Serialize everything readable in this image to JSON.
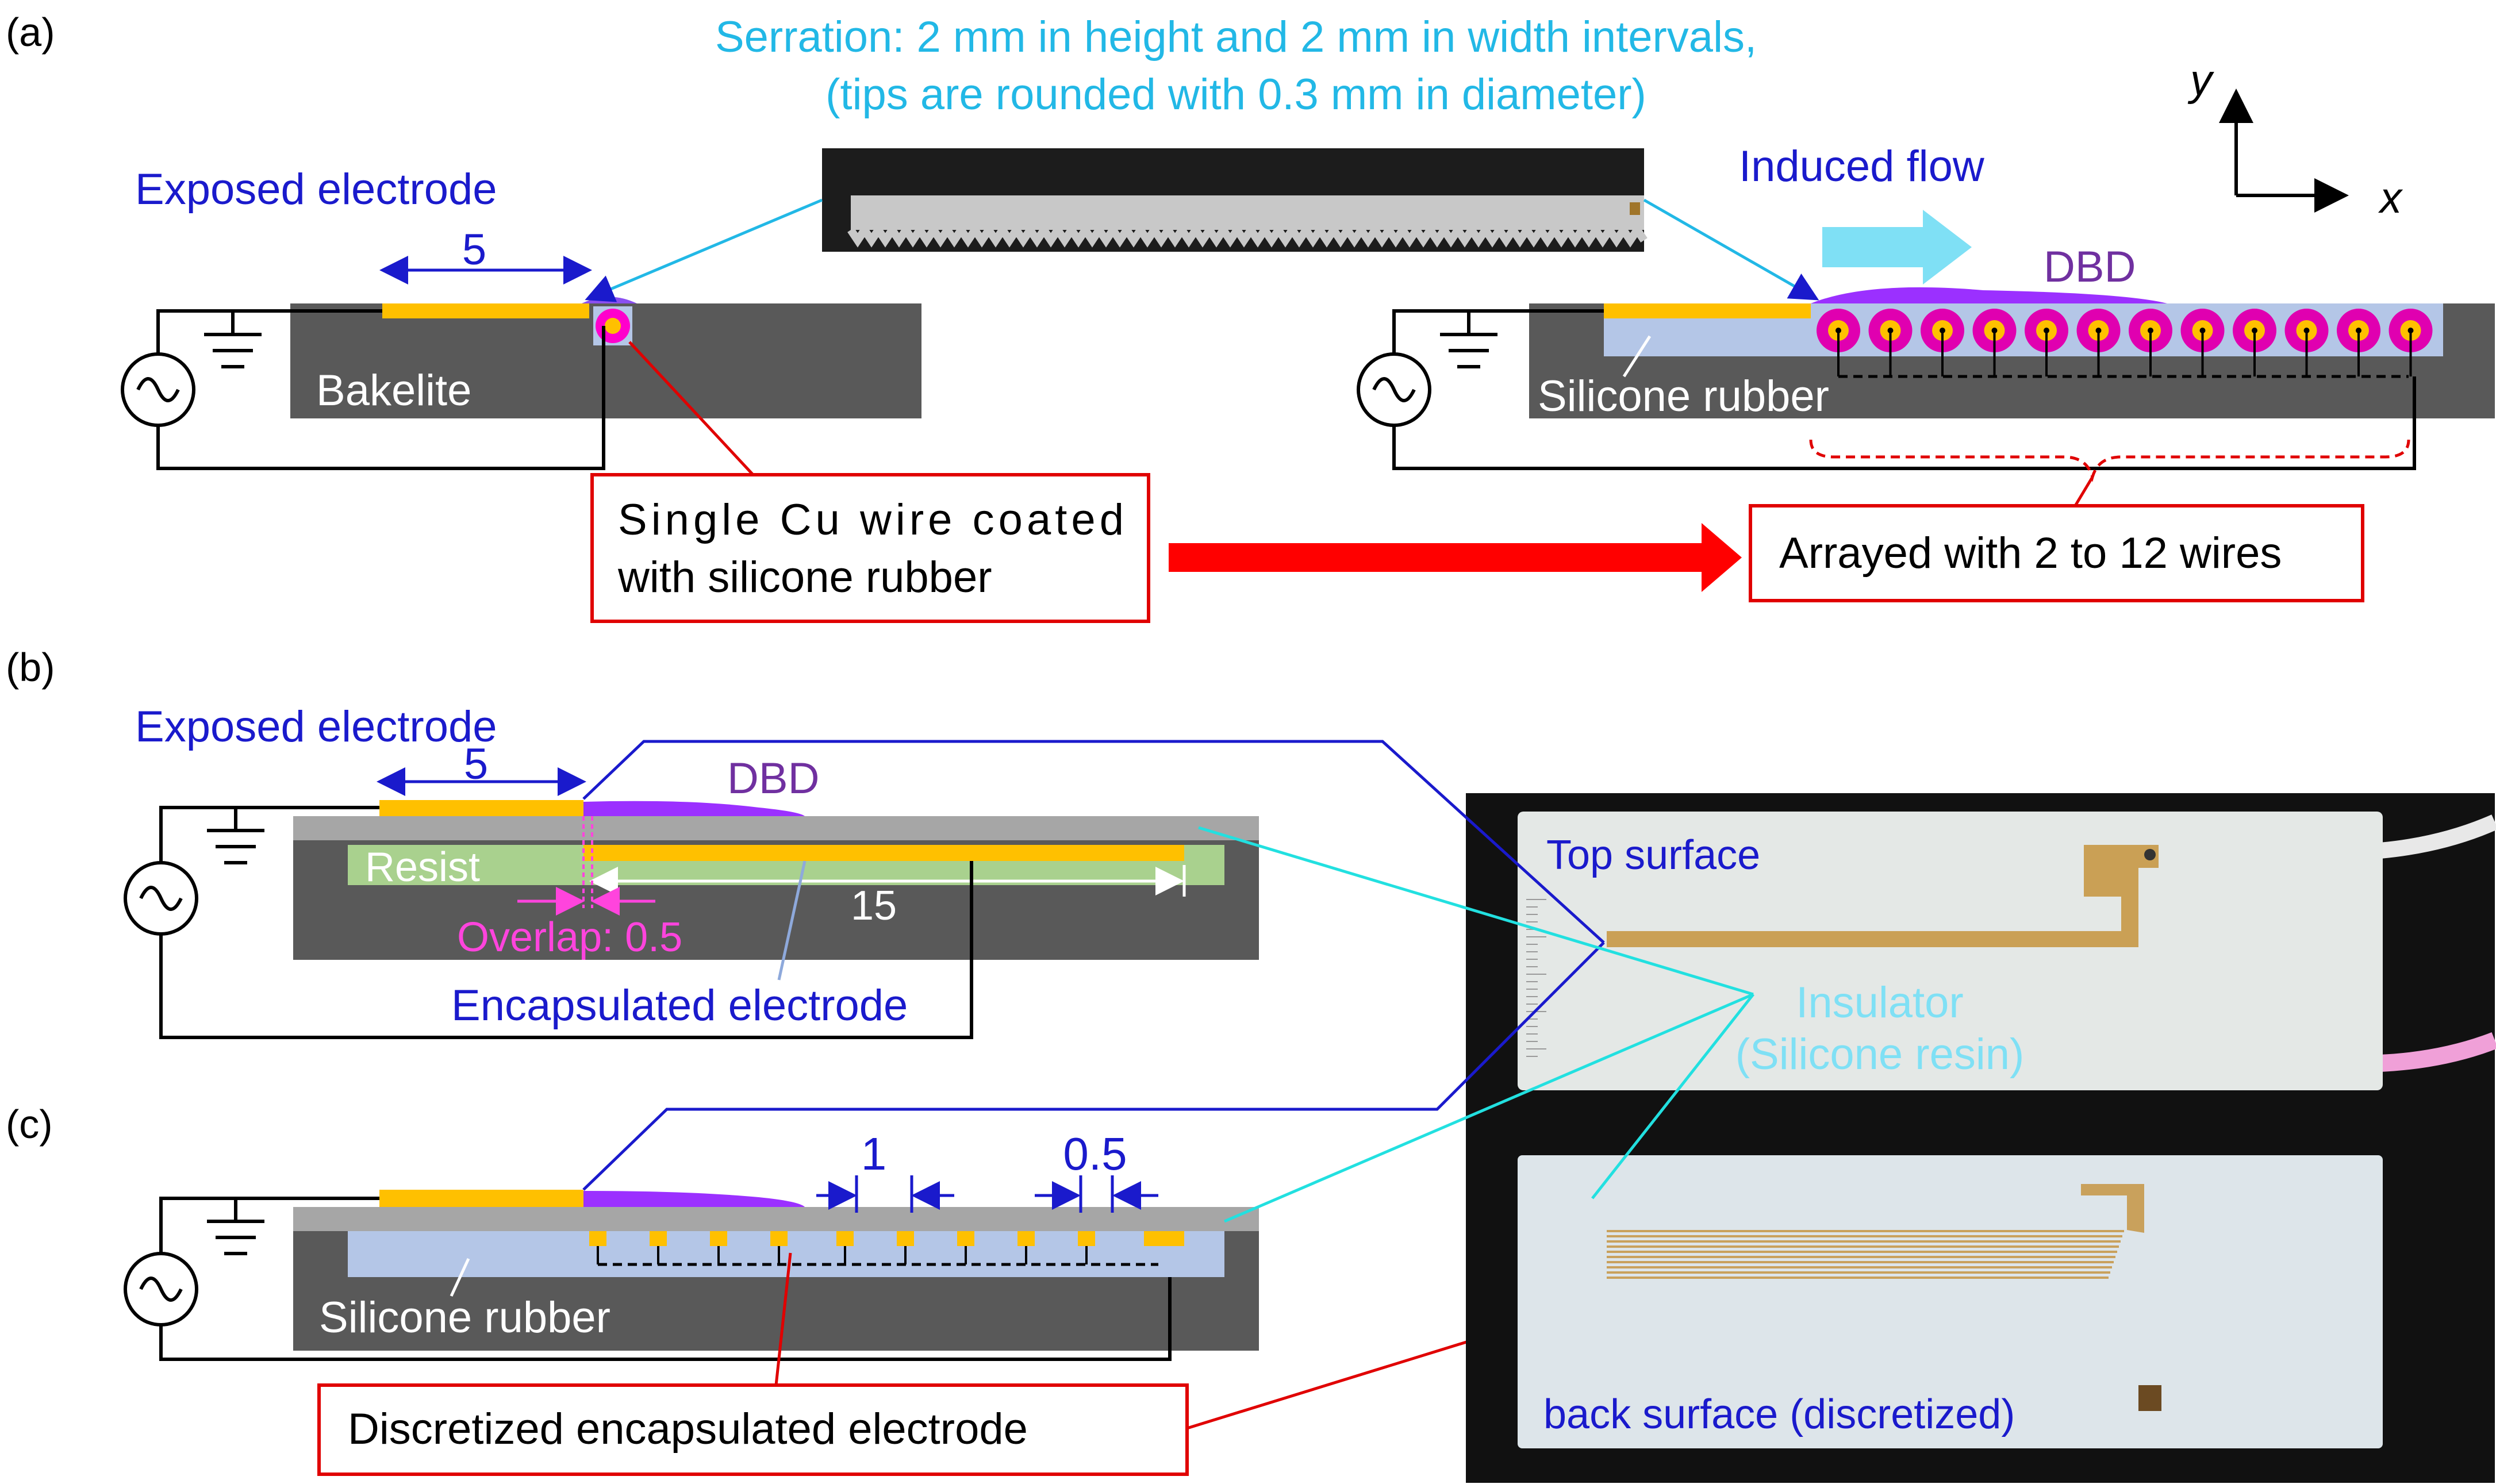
{
  "panel_a": {
    "label": "(a)",
    "serration_line1": "Serration: 2 mm in height and 2 mm in width intervals,",
    "serration_line2": "(tips are rounded  with 0.3 mm in diameter)",
    "exposed_electrode": "Exposed electrode",
    "dim_5": "5",
    "bakelite": "Bakelite",
    "induced_flow": "Induced flow",
    "dbd": "DBD",
    "silicone_rubber": "Silicone rubber",
    "single_wire_line1": "Single Cu wire coated",
    "single_wire_line2": "with silicone rubber",
    "arrayed": "Arrayed with 2 to 12 wires",
    "axis_y": "y",
    "axis_x": "x"
  },
  "panel_b": {
    "label": "(b)",
    "exposed_electrode": "Exposed electrode",
    "dim_5": "5",
    "dbd": "DBD",
    "resist": "Resist",
    "dim_15": "15",
    "overlap": "Overlap: 0.5",
    "encapsulated_electrode": "Encapsulated electrode"
  },
  "panel_c": {
    "label": "(c)",
    "dim_1": "1",
    "dim_05": "0.5",
    "silicone_rubber": "Silicone rubber",
    "discretized": "Discretized encapsulated electrode"
  },
  "photo": {
    "top_surface": "Top surface",
    "insulator_line1": "Insulator",
    "insulator_line2": "(Silicone resin)",
    "back_surface": "back surface (discretized)"
  },
  "colors": {
    "electrode": "#ffc000",
    "dielectric": "#595959",
    "dbd": "#9b30ff",
    "label_blue": "#1a1acc",
    "cyan": "#22b8e6",
    "callout_red": "#e00000",
    "silicone": "#b4c6e7",
    "resist": "#a9d18e"
  }
}
